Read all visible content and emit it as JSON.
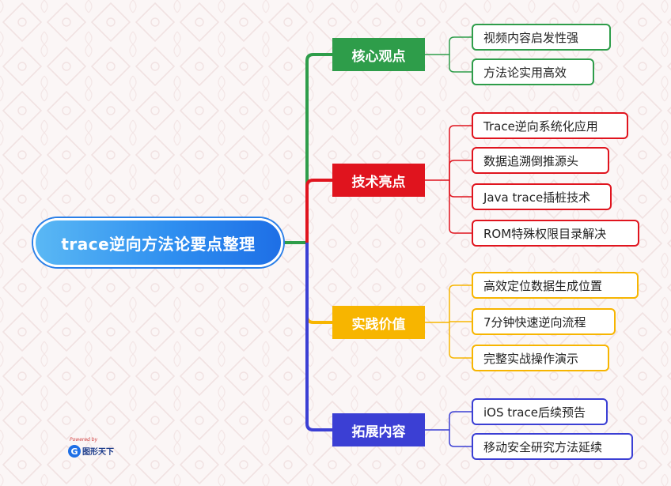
{
  "root": {
    "label": "trace逆向方法论要点整理",
    "color": "#2f8ff0"
  },
  "branches": [
    {
      "label": "核心观点",
      "color": "#2e9d4a",
      "leaves": [
        "视频内容启发性强",
        "方法论实用高效"
      ]
    },
    {
      "label": "技术亮点",
      "color": "#e0141e",
      "leaves": [
        "Trace逆向系统化应用",
        "数据追溯倒推源头",
        "Java trace插桩技术",
        "ROM特殊权限目录解决"
      ]
    },
    {
      "label": "实践价值",
      "color": "#f7b500",
      "leaves": [
        "高效定位数据生成位置",
        "7分钟快速逆向流程",
        "完整实战操作演示"
      ]
    },
    {
      "label": "拓展内容",
      "color": "#3b3fd4",
      "leaves": [
        "iOS trace后续预告",
        "移动安全研究方法延续"
      ]
    }
  ],
  "watermark": {
    "powered": "Powered by",
    "brand": "图形天下",
    "icon": "g-logo-icon"
  }
}
